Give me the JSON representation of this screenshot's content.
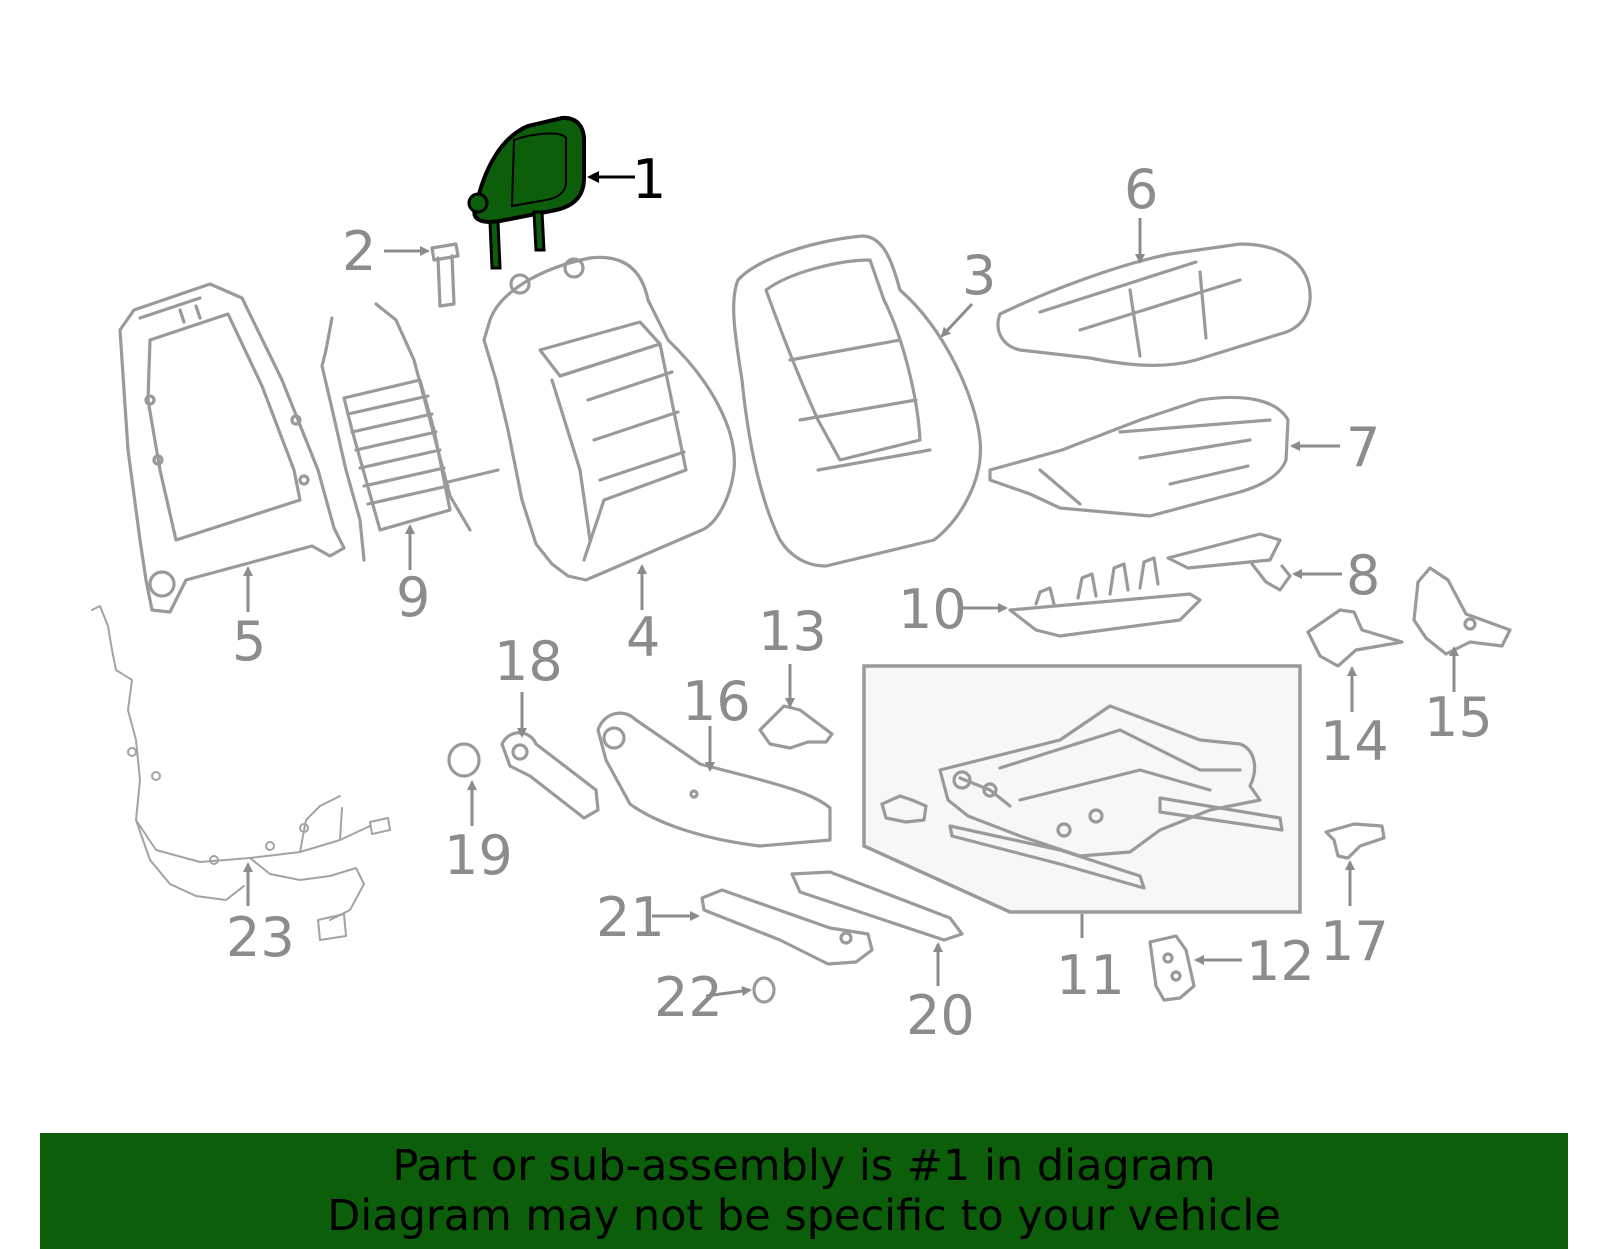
{
  "diagram": {
    "highlighted_part": "1",
    "colors": {
      "highlight_fill": "#0c5e0a",
      "outline": "#000000",
      "part_gray": "#9a9a9a"
    },
    "callouts": [
      "1",
      "2",
      "3",
      "4",
      "5",
      "6",
      "7",
      "8",
      "9",
      "10",
      "11",
      "12",
      "13",
      "14",
      "15",
      "16",
      "17",
      "18",
      "19",
      "20",
      "21",
      "22",
      "23"
    ]
  },
  "banner": {
    "line1": "Part or sub-assembly is #1 in diagram",
    "line2": "Diagram may not be specific to your vehicle",
    "background": "#0c5e0a"
  }
}
